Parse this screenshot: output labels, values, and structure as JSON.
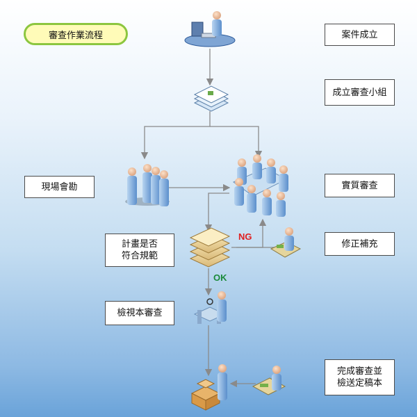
{
  "title": "審查作業流程",
  "labels": {
    "case": "案件成立",
    "team": "成立審查小組",
    "site": "現場會勘",
    "review": "實質審查",
    "plan": "計畫是否\n符合規範",
    "revise": "修正補充",
    "inspect": "檢視本審查",
    "finish": "完成審查並\n檢送定稿本"
  },
  "decision": {
    "ng": "NG",
    "ok": "OK"
  },
  "icons": {
    "case": "person-at-computer-icon",
    "team": "documents-stack-icon",
    "site": "people-group-icon",
    "review": "meeting-table-icon",
    "plan": "document-pile-icon",
    "revise": "person-at-desk-icon",
    "inspect": "person-inspecting-icon",
    "finish": "person-with-boxes-icon",
    "finish_side": "person-at-desk-icon"
  },
  "colors": {
    "pill_border": "#8cc63f",
    "pill_fill": "#fffbb8",
    "ng": "#e01f1f",
    "ok": "#1a8a3a",
    "connector": "#8a8a8a"
  }
}
